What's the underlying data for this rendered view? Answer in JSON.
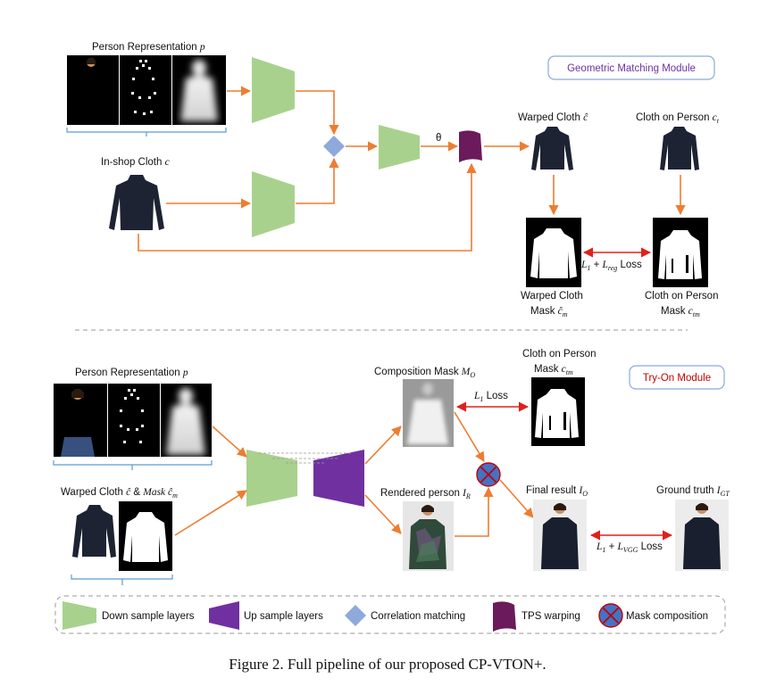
{
  "colors": {
    "arrow": "#ED7D31",
    "loss_arrow": "#E0201B",
    "down_sample": "#A9D18E",
    "up_sample": "#7030A0",
    "correlation": "#8EA9DB",
    "tps": "#6B1A5C",
    "mask_comp_fill": "#4472C4",
    "mask_comp_cross": "#C00000",
    "gmm_title": "#7030A0",
    "tom_title": "#C00000"
  },
  "gmm": {
    "title": "Geometric Matching Module",
    "person_rep_prefix": "Person Representation ",
    "person_rep_var": "p",
    "inshop_prefix": "In-shop Cloth ",
    "inshop_var": "c",
    "theta": "θ",
    "warped_cloth_prefix": "Warped Cloth ",
    "warped_cloth_var": "ĉ",
    "cloth_on_person_prefix": "Cloth on Person ",
    "cloth_on_person_var": "c",
    "cloth_on_person_sub": "t",
    "loss_l1": "L",
    "loss_l1_sub": "1",
    "loss_plus": " + ",
    "loss_reg": "L",
    "loss_reg_sub": "reg",
    "loss_word": " Loss",
    "warped_mask_line1": "Warped Cloth",
    "warped_mask_line2": "Mask ",
    "warped_mask_var": "ĉ",
    "warped_mask_sub": "m",
    "cop_mask_line1": "Cloth on Person",
    "cop_mask_line2": "Mask ",
    "cop_mask_var": "c",
    "cop_mask_sub": "tm"
  },
  "tom": {
    "title": "Try-On Module",
    "person_rep_prefix": "Person Representation ",
    "person_rep_var": "p",
    "warped_prefix": "Warped Cloth ",
    "warped_var": "ĉ",
    "warped_amp": " & ",
    "warped_mask_word": "Mask ",
    "warped_mask_var": "ĉ",
    "warped_mask_sub": "m",
    "comp_mask_prefix": "Composition Mask ",
    "comp_mask_var": "M",
    "comp_mask_sub": "O",
    "cop_mask_line1": "Cloth on Person",
    "cop_mask_line2": "Mask ",
    "cop_mask_var": "c",
    "cop_mask_sub": "tm",
    "l1_loss_var": "L",
    "l1_loss_sub": "1",
    "l1_loss_word": " Loss",
    "rendered_prefix": "Rendered  person ",
    "rendered_var": "I",
    "rendered_sub": "R",
    "final_prefix": "Final result ",
    "final_var": "I",
    "final_sub": "O",
    "gt_prefix": "Ground truth ",
    "gt_var": "I",
    "gt_sub": "GT",
    "vgg_l1": "L",
    "vgg_l1_sub": "1",
    "vgg_plus": " + ",
    "vgg_var": "L",
    "vgg_sub": "VGG",
    "vgg_word": " Loss"
  },
  "legend": {
    "down": "Down sample layers",
    "up": "Up sample layers",
    "corr": "Correlation matching",
    "tps": "TPS warping",
    "mask": "Mask composition"
  },
  "caption": "Figure 2. Full pipeline of our proposed CP-VTON+."
}
